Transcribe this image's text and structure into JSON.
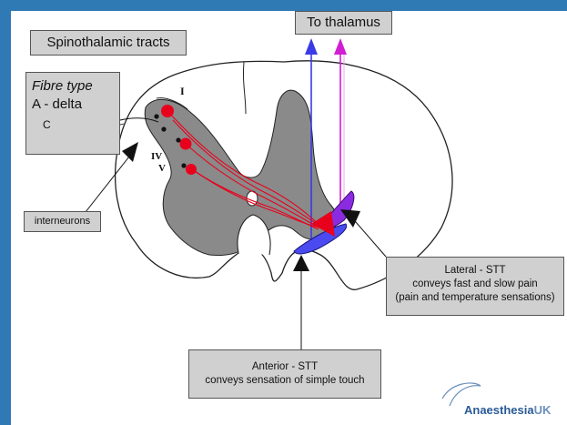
{
  "diagram": {
    "title": "Spinothalamic tracts",
    "fibre_type_heading": "Fibre type",
    "fibre_a_delta": "A - delta",
    "fibre_c": "C",
    "to_thalamus": "To thalamus",
    "interneurons": "interneurons",
    "lamina_labels": [
      "I",
      "IV",
      "V"
    ],
    "lateral_stt": {
      "name": "Lateral - STT",
      "line1": "conveys fast and slow pain",
      "line2": "(pain and temperature sensations)"
    },
    "anterior_stt": {
      "name": "Anterior - STT",
      "line1": "conveys sensation of simple touch"
    },
    "logo": {
      "main": "Anaesthesia",
      "suffix": "UK"
    }
  },
  "colors": {
    "frame": "#2f79b5",
    "grey_matter": "#8a8a8a",
    "box_fill": "#d0d0d0",
    "pathway": "#e8001c",
    "ascending_blue": "#3a3ae6",
    "ascending_magenta": "#d21ed2",
    "anterior_tract": "#4a4af0",
    "lateral_tract": "#8a2be2"
  }
}
